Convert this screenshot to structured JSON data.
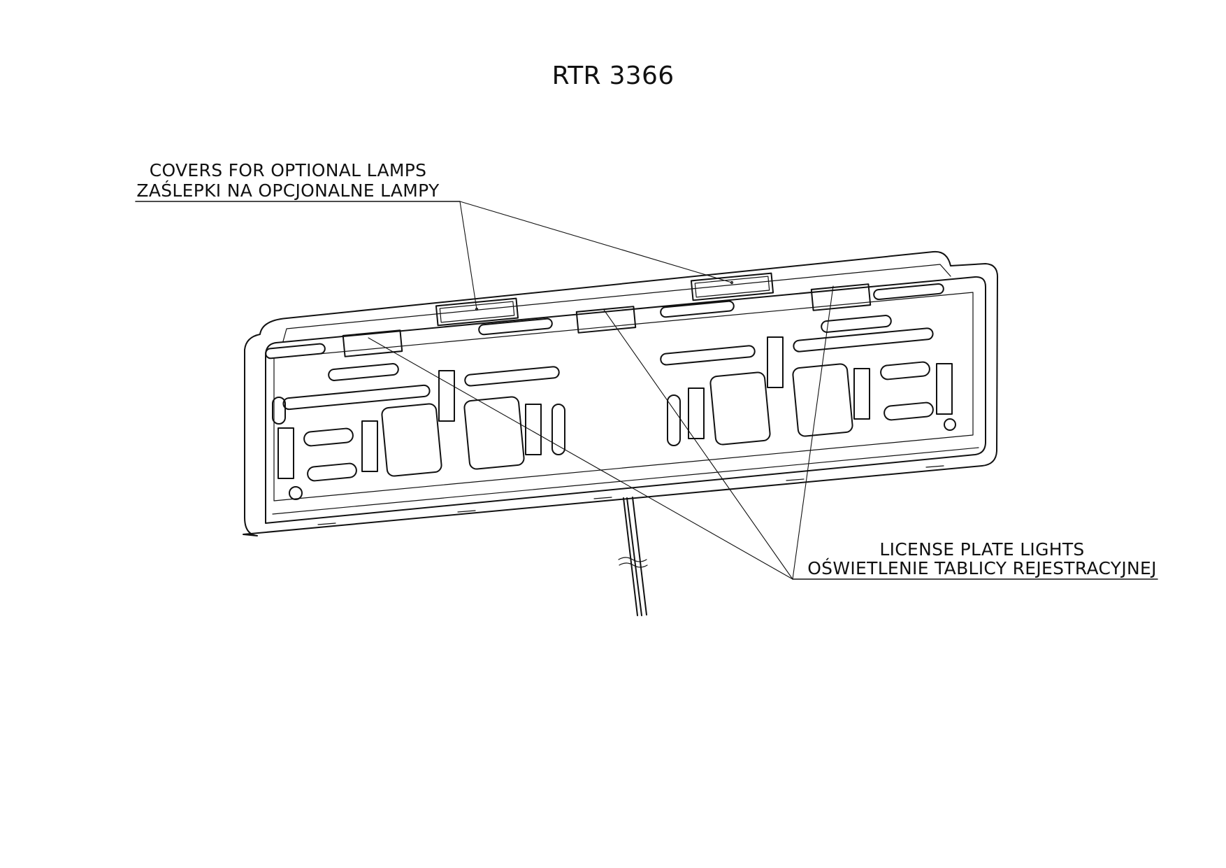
{
  "title": "RTR 3366",
  "callouts": {
    "covers": {
      "line1": "COVERS FOR OPTIONAL LAMPS",
      "line2": "ZAŚLEPKI NA OPCJONALNE LAMPY"
    },
    "lights": {
      "line1": "LICENSE PLATE LIGHTS",
      "line2": "OŚWIETLENIE TABLICY REJESTRACYJNEJ"
    }
  }
}
